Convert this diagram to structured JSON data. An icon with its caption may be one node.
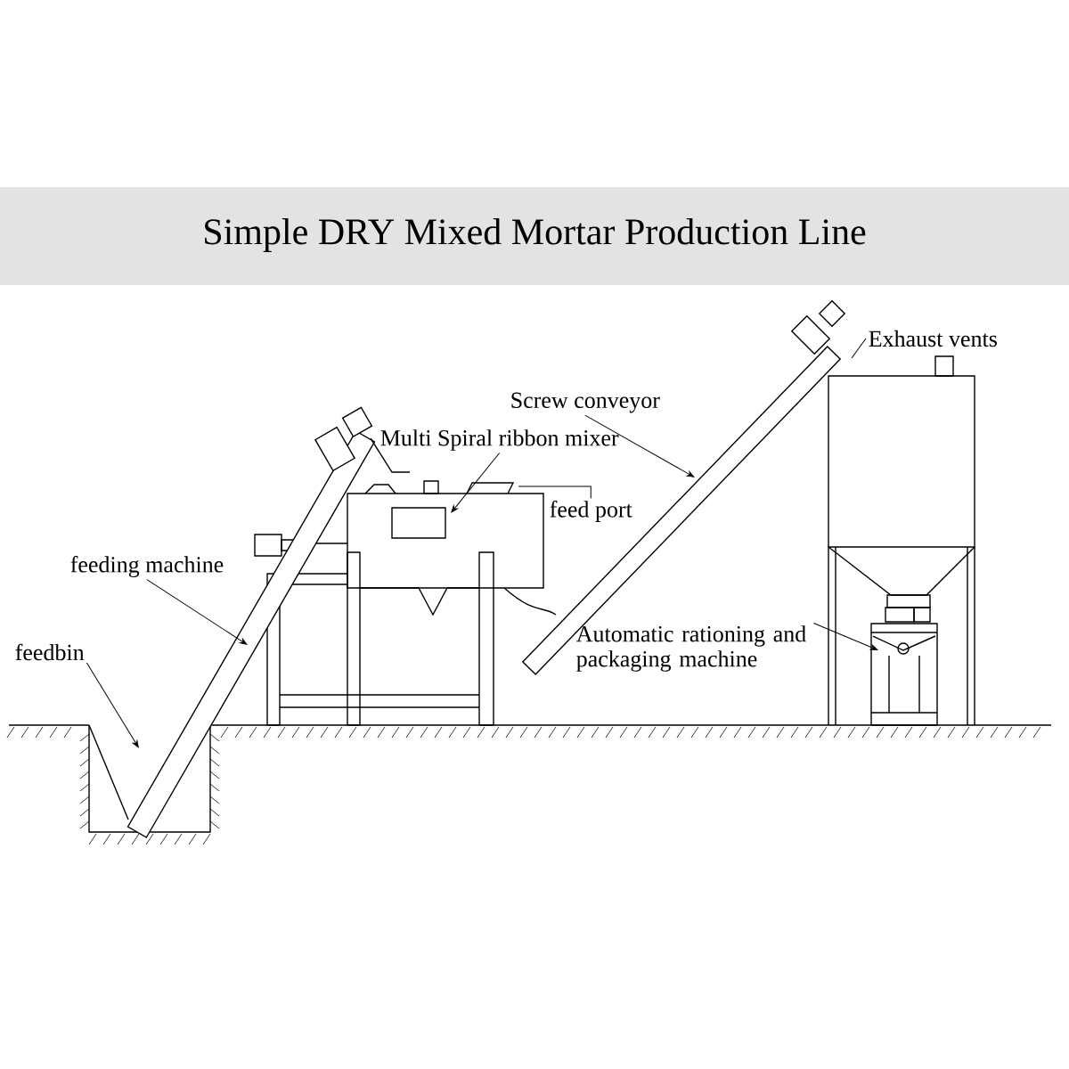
{
  "diagram": {
    "title": "Simple DRY Mixed Mortar Production Line",
    "nodes": [
      {
        "text": [
          "feedbin"
        ]
      },
      {
        "text": [
          "feeding machine"
        ]
      },
      {
        "text": [
          "Multi Spiral ribbon mixer"
        ]
      },
      {
        "text": [
          "Screw conveyor"
        ]
      },
      {
        "text": [
          "feed port"
        ]
      },
      {
        "text": [
          "Exhaust vents"
        ]
      },
      {
        "text": [
          "Automatic rationing and packaging machine"
        ]
      }
    ],
    "edges": [
      {
        "from": 0,
        "to": null,
        "arrow": "to"
      },
      {
        "from": 1,
        "to": null,
        "arrow": "to"
      },
      {
        "from": 2,
        "to": null,
        "arrow": "to"
      },
      {
        "from": 3,
        "to": null,
        "arrow": "to"
      },
      {
        "from": 4,
        "to": null,
        "arrow": "none"
      },
      {
        "from": 5,
        "to": null,
        "arrow": "none"
      },
      {
        "from": 6,
        "to": null,
        "arrow": "to"
      }
    ]
  }
}
